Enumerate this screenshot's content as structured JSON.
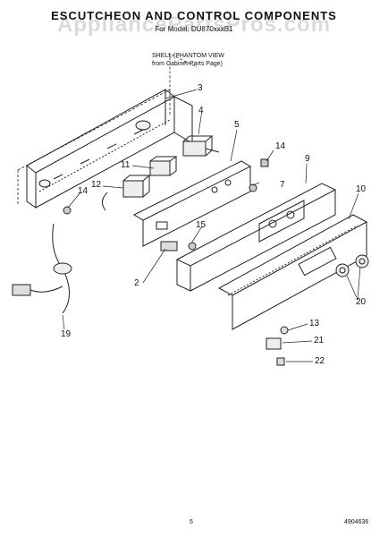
{
  "header": {
    "title": "ESCUTCHEON AND CONTROL COMPONENTS",
    "model_line": "For Model: DU870xxxB1",
    "watermark": "AppliancePartsPros.com"
  },
  "shell_note": {
    "line1": "SHELL (PHANTOM VIEW",
    "line2": "from Cabinet Parts Page)"
  },
  "callouts": {
    "c3": "3",
    "c4": "4",
    "c5": "5",
    "c14a": "14",
    "c14b": "14",
    "c11": "11",
    "c12": "12",
    "c7": "7",
    "c9": "9",
    "c10": "10",
    "c15": "15",
    "c2": "2",
    "c20": "20",
    "c19": "19",
    "c13": "13",
    "c21": "21",
    "c22": "22"
  },
  "footer": {
    "page": "5",
    "code": "4904636"
  }
}
